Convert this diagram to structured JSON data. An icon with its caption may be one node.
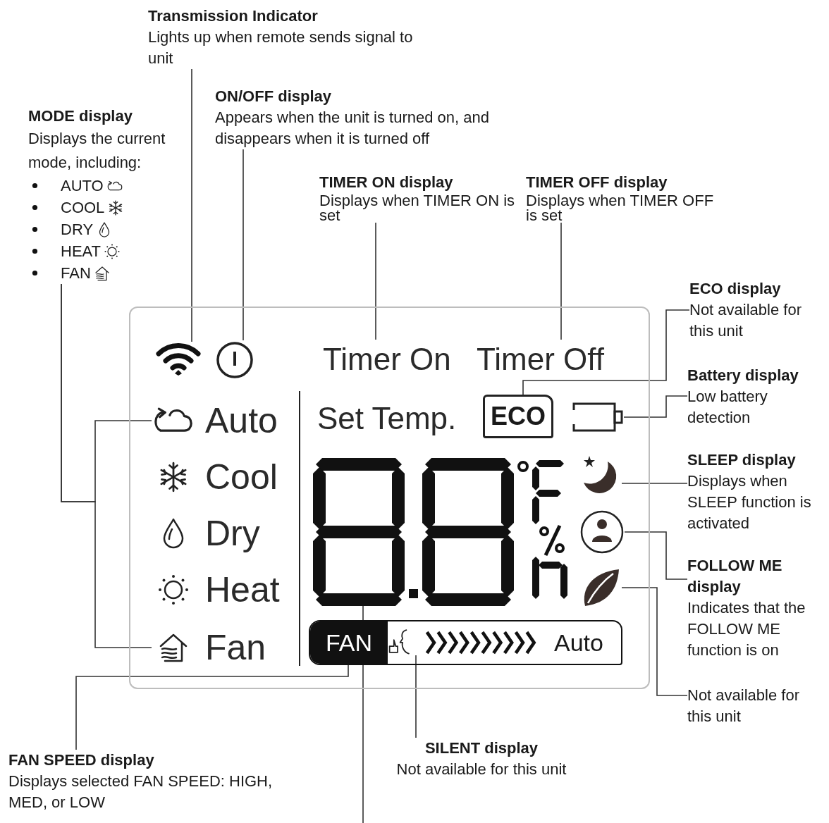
{
  "diagram": {
    "nodes": [
      {
        "text": [],
        "shape": "box"
      },
      {
        "text": [
          "Transmission Indicator",
          "Lights up when remote sends signal to unit"
        ]
      },
      {
        "text": [
          "ON/OFF display",
          "Appears when the unit is turned on, and disappears when it is turned off"
        ]
      },
      {
        "text": [
          "MODE display",
          "Displays the current mode, including:",
          "AUTO",
          "COOL",
          "DRY",
          "HEAT",
          "FAN"
        ]
      },
      {
        "text": [
          "TIMER ON display",
          "Displays when TIMER ON is set"
        ]
      },
      {
        "text": [
          "TIMER OFF display",
          "Displays when TIMER OFF is set"
        ]
      },
      {
        "text": [
          "ECO display",
          "Not available for this unit"
        ]
      },
      {
        "text": [
          "Battery display",
          "Low battery detection"
        ]
      },
      {
        "text": [
          "SLEEP display",
          "Displays when SLEEP function is activated"
        ]
      },
      {
        "text": [
          "FOLLOW ME display",
          "Indicates that the FOLLOW ME function is on"
        ]
      },
      {
        "text": [
          "Not available for this unit"
        ]
      },
      {
        "text": [
          "FAN SPEED display",
          "Displays selected FAN SPEED: HIGH, MED, or LOW"
        ]
      },
      {
        "text": [
          "SILENT display",
          "Not available for this unit"
        ]
      },
      {
        "text": [],
        "shape": "icon",
        "in": 0
      },
      {
        "text": [],
        "shape": "icon",
        "in": 0
      },
      {
        "text": [
          "Timer On"
        ],
        "in": 0
      },
      {
        "text": [
          "Timer Off"
        ],
        "in": 0
      },
      {
        "text": [
          "Auto"
        ],
        "in": 0
      },
      {
        "text": [
          "Cool"
        ],
        "in": 0
      },
      {
        "text": [
          "Dry"
        ],
        "in": 0
      },
      {
        "text": [
          "Heat"
        ],
        "in": 0
      },
      {
        "text": [
          "Fan"
        ],
        "in": 0
      },
      {
        "text": [
          "ECO"
        ],
        "in": 0
      },
      {
        "text": [],
        "shape": "icon",
        "in": 0
      },
      {
        "text": [],
        "shape": "digits",
        "in": 0
      },
      {
        "text": [],
        "shape": "icon",
        "in": 0
      },
      {
        "text": [],
        "shape": "icon",
        "in": 0
      },
      {
        "text": [],
        "shape": "icon",
        "in": 0
      },
      {
        "text": [
          "FAN",
          "Auto"
        ],
        "in": 0
      },
      {
        "text": [],
        "shape": "icon",
        "in": 28
      }
    ],
    "edges": [
      {
        "from": 1,
        "to": 13,
        "arrow": "none"
      },
      {
        "from": 2,
        "to": 14,
        "arrow": "none"
      },
      {
        "from": 3,
        "to": 17,
        "arrow": "none"
      },
      {
        "from": 3,
        "to": 21,
        "arrow": "none"
      },
      {
        "from": 4,
        "to": 15,
        "arrow": "none"
      },
      {
        "from": 5,
        "to": 16,
        "arrow": "none"
      },
      {
        "from": 6,
        "to": 22,
        "arrow": "none"
      },
      {
        "from": 7,
        "to": 23,
        "arrow": "none"
      },
      {
        "from": 8,
        "to": 25,
        "arrow": "none"
      },
      {
        "from": 9,
        "to": 26,
        "arrow": "none"
      },
      {
        "from": 10,
        "to": 27,
        "arrow": "none"
      },
      {
        "from": 11,
        "to": 28,
        "arrow": "none"
      },
      {
        "from": 12,
        "to": 29,
        "arrow": "none"
      },
      {
        "from": 24,
        "to": null,
        "arrow": "none"
      }
    ],
    "labels": [
      "Set Temp."
    ]
  }
}
